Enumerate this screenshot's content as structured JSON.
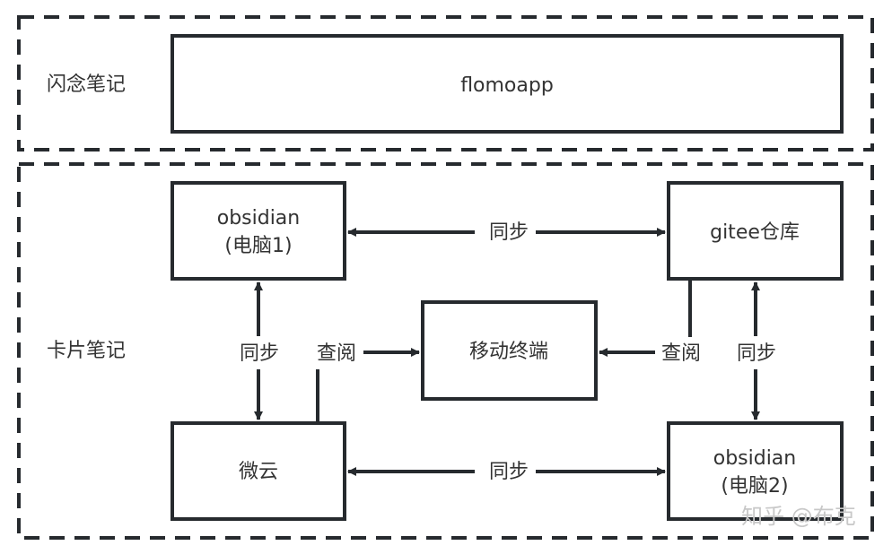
{
  "diagram": {
    "colors": {
      "stroke": "#262a2e",
      "text": "#333333",
      "background": "#ffffff",
      "watermark": "#c8c8c8"
    },
    "groups": [
      {
        "id": "flash",
        "label": "闪念笔记"
      },
      {
        "id": "card",
        "label": "卡片笔记"
      }
    ],
    "nodes": {
      "flomoapp": {
        "lines": [
          "flomoapp"
        ]
      },
      "obsidian1": {
        "lines": [
          "obsidian",
          "(电脑1)"
        ]
      },
      "gitee": {
        "lines": [
          "gitee仓库"
        ]
      },
      "mobile": {
        "lines": [
          "移动终端"
        ]
      },
      "weiyun": {
        "lines": [
          "微云"
        ]
      },
      "obsidian2": {
        "lines": [
          "obsidian",
          "(电脑2)"
        ]
      }
    },
    "edges": [
      {
        "id": "obsidian1-gitee",
        "from": "obsidian1",
        "to": "gitee",
        "label": "同步",
        "direction": "both"
      },
      {
        "id": "weiyun-obsidian2",
        "from": "weiyun",
        "to": "obsidian2",
        "label": "同步",
        "direction": "both"
      },
      {
        "id": "obsidian1-weiyun",
        "from": "obsidian1",
        "to": "weiyun",
        "label": "同步",
        "direction": "both"
      },
      {
        "id": "gitee-obsidian2",
        "from": "gitee",
        "to": "obsidian2",
        "label": "同步",
        "direction": "both"
      },
      {
        "id": "weiyun-mobile",
        "from": "weiyun",
        "to": "mobile",
        "label": "查阅",
        "direction": "forward"
      },
      {
        "id": "gitee-mobile",
        "from": "gitee",
        "to": "mobile",
        "label": "查阅",
        "direction": "forward"
      }
    ],
    "watermark": "知乎 @布克"
  }
}
